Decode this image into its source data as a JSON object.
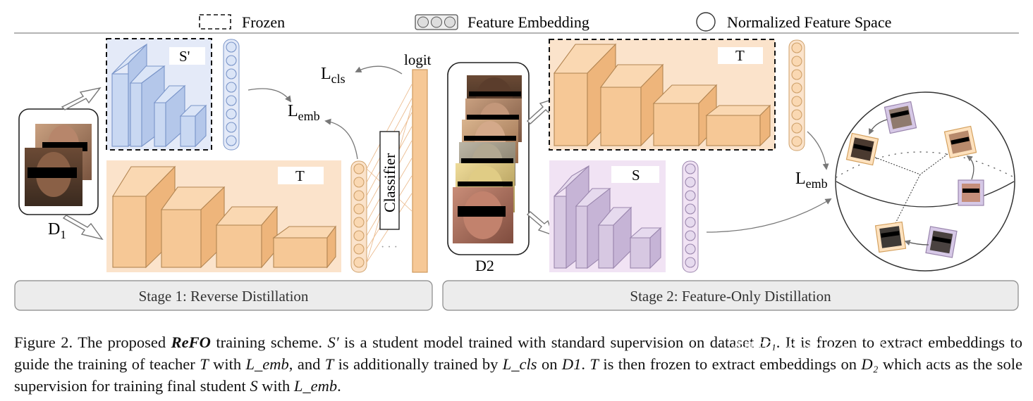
{
  "legend": {
    "frozen": "Frozen",
    "feature_embedding": "Feature Embedding",
    "normalized_space": "Normalized Feature Space"
  },
  "models": {
    "s_prime": "S'",
    "t_stage1": "T",
    "t_stage2": "T",
    "s_stage2": "S",
    "classifier": "Classifier",
    "logit": "logit"
  },
  "losses": {
    "cls_main": "L",
    "cls_sub": "cls",
    "emb_main": "L",
    "emb_sub": "emb",
    "emb2_main": "L",
    "emb2_sub": "emb"
  },
  "datasets": {
    "d1_main": "D",
    "d1_sub": "1",
    "d2": "D2"
  },
  "stages": {
    "stage1": "Stage 1: Reverse Distillation",
    "stage2": "Stage 2: Feature-Only Distillation"
  },
  "caption": {
    "prefix": "Figure 2.  The proposed ",
    "method": "ReFO",
    "text1": " training scheme.  ",
    "s_prime": "S′",
    "text2": " is a student model trained with standard supervision on dataset ",
    "d1": "D₁",
    "text3": ". It is frozen to extract embeddings to guide the training of teacher ",
    "t1": "T",
    "text4": " with ",
    "lemb1": "L_emb",
    "text5": ", and ",
    "t2": "T",
    "text6": " is additionally trained by ",
    "lcls": "L_cls",
    "text7": " on ",
    "d1b": "D1",
    "text8": ". ",
    "t3": "T",
    "text9": " is then frozen to extract embeddings on ",
    "d2": "D₂",
    "text10": " which acts as the sole supervision for training final student ",
    "s": "S",
    "text11": " with ",
    "lemb2": "L_emb",
    "text12": "."
  },
  "watermark": "知乎 @Geek-lixiang",
  "colors": {
    "teacher_fill": "#fbe3cb",
    "teacher_block": "#f6c896",
    "student_prime_fill": "#e4eaf8",
    "student_prime_block": "#c9d8f2",
    "student_fill": "#f1e3f4",
    "student_block": "#d7c8e2"
  }
}
